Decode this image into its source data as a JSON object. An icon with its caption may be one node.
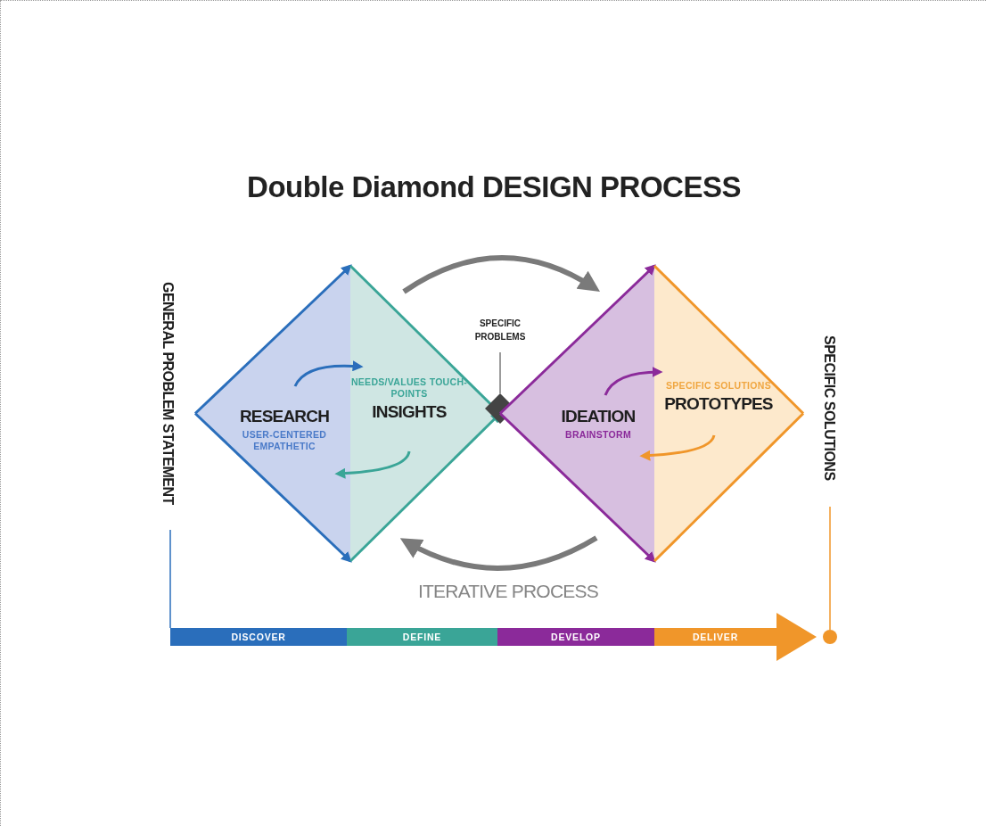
{
  "diagram": {
    "title": "Double Diamond DESIGN PROCESS",
    "nodes": [
      {
        "text": [
          "GENERAL PROBLEM STATEMENT"
        ]
      },
      {
        "text": [
          "RESEARCH",
          "USER-CENTERED EMPATHETIC"
        ]
      },
      {
        "text": [
          "NEEDS/VALUES TOUCH-POINTS",
          "INSIGHTS"
        ]
      },
      {
        "text": [
          "SPECIFIC PROBLEMS"
        ]
      },
      {
        "text": [],
        "shape": "diamond"
      },
      {
        "text": [
          "IDEATION",
          "BRAINSTORM"
        ]
      },
      {
        "text": [
          "SPECIFIC SOLUTIONS",
          "PROTOTYPES"
        ]
      },
      {
        "text": [
          "SPECIFIC SOLUTIONS"
        ]
      },
      {
        "text": [
          "DISCOVER"
        ]
      },
      {
        "text": [
          "DEFINE"
        ]
      },
      {
        "text": [
          "DEVELOP"
        ]
      },
      {
        "text": [
          "DELIVER"
        ]
      },
      {
        "text": [],
        "shape": "circle"
      }
    ],
    "edges": [
      {
        "from": 1,
        "to": 2,
        "arrow": "to",
        "color": "#2a6ebb"
      },
      {
        "from": 2,
        "to": 1,
        "arrow": "to",
        "color": "#3aa597"
      },
      {
        "from": 5,
        "to": 6,
        "arrow": "to",
        "color": "#8b2a9a"
      },
      {
        "from": 6,
        "to": 5,
        "arrow": "to",
        "color": "#f0962a"
      },
      {
        "from": 2,
        "to": 5,
        "arrow": "to",
        "style": "thick",
        "color": "#7a7a7a"
      },
      {
        "from": 5,
        "to": 2,
        "arrow": "to",
        "style": "thick",
        "color": "#7a7a7a"
      },
      {
        "from": 3,
        "to": 4,
        "arrow": "none",
        "color": "#7a7a7a"
      },
      {
        "from": 0,
        "to": 8,
        "arrow": "none",
        "color": "#2a6ebb"
      },
      {
        "from": 7,
        "to": 12,
        "arrow": "none",
        "color": "#f0962a"
      }
    ],
    "labels": [
      "ITERATIVE PROCESS"
    ]
  }
}
